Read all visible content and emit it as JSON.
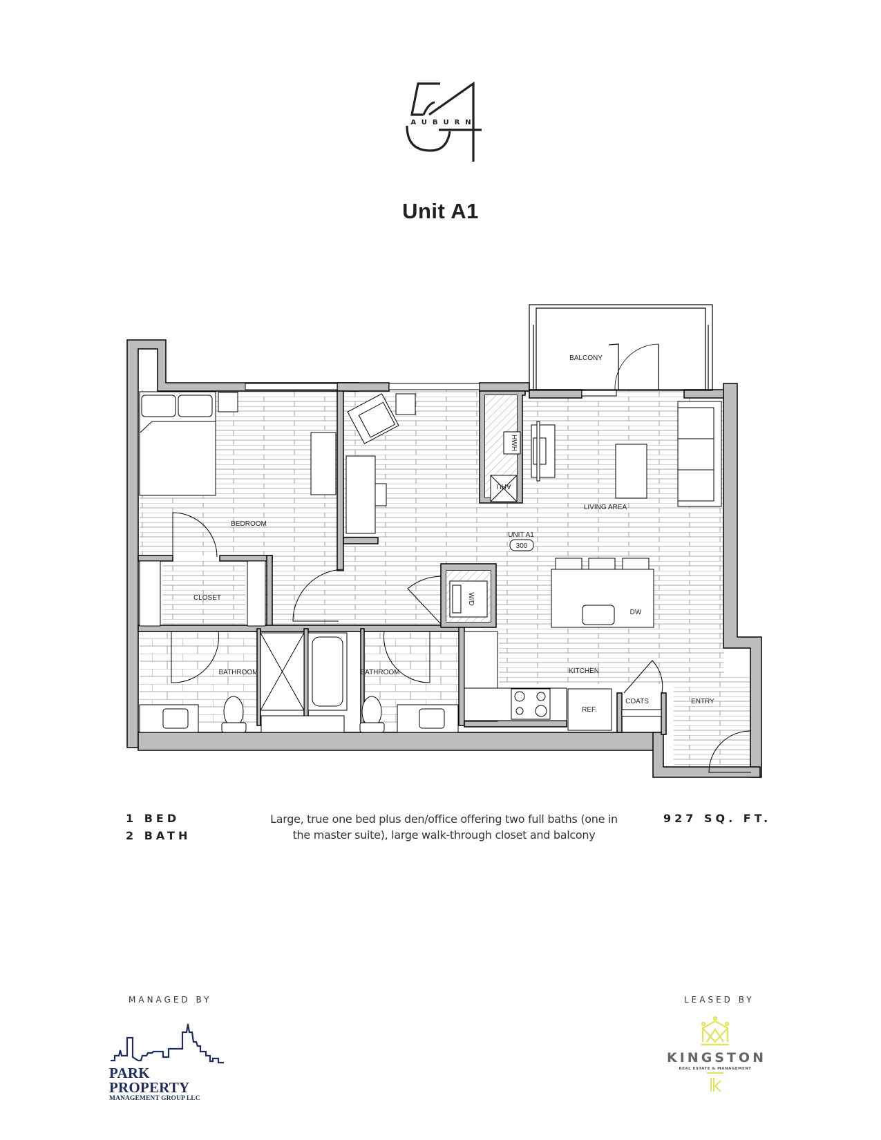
{
  "header": {
    "logo": {
      "number": "54",
      "word": "AUBURN"
    },
    "title": "Unit A1"
  },
  "floorplan": {
    "rooms": [
      {
        "name": "BEDROOM"
      },
      {
        "name": "CLOSET"
      },
      {
        "name": "BATHROOM"
      },
      {
        "name": "BATHROOM"
      },
      {
        "name": "BALCONY"
      },
      {
        "name": "LIVING AREA"
      },
      {
        "name": "KITCHEN"
      },
      {
        "name": "COATS"
      },
      {
        "name": "ENTRY"
      }
    ],
    "fixtures": {
      "hwh": "HWH",
      "ahu": "AHU",
      "wd": "W/D",
      "dw": "DW",
      "ref": "REF."
    },
    "unit_tag": {
      "label": "UNIT A1",
      "number": "300"
    }
  },
  "specs": {
    "beds": "1 BED",
    "baths": "2 BATH",
    "description": "Large, true one bed plus den/office offering two full baths (one in the master suite), large walk-through closet and balcony",
    "area": "927 SQ. FT."
  },
  "footer": {
    "managed_label": "MANAGED BY",
    "manager": {
      "line1": "PARK PROPERTY",
      "line2": "MANAGEMENT GROUP LLC",
      "color": "#1c2c5b"
    },
    "leased_label": "LEASED BY",
    "leasing": {
      "name": "KINGSTON",
      "tagline": "REAL ESTATE & MANAGEMENT",
      "accent": "#e2e35a",
      "text_color": "#666666"
    }
  }
}
